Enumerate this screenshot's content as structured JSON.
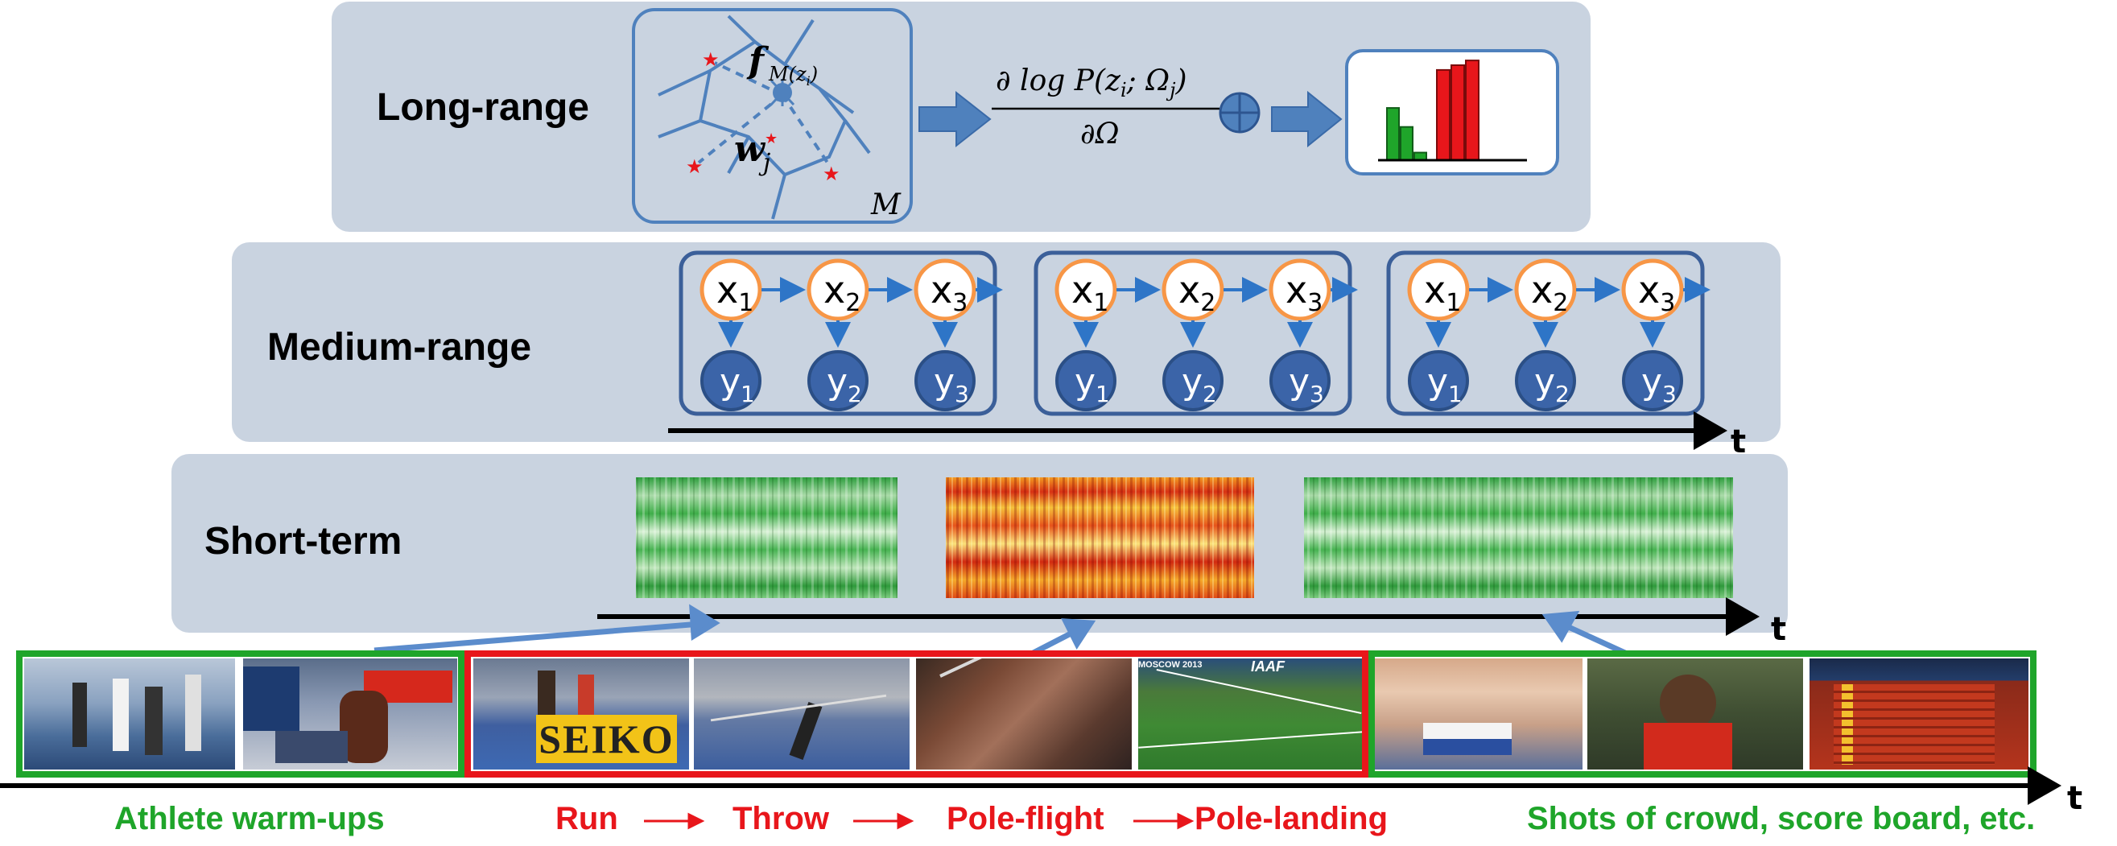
{
  "levels": {
    "long_range": "Long-range",
    "medium_range": "Medium-range",
    "short_term": "Short-term"
  },
  "long_range": {
    "formula_numerator": "∂ log P(z",
    "formula_num_sub": "i",
    "formula_num_mid": "; Ω",
    "formula_num_sub2": "j",
    "formula_num_end": ")",
    "formula_denominator": "∂Ω",
    "fm_label": "f",
    "fm_sub": "M(z",
    "fm_sub_i": "i",
    "fm_sub_end": ")",
    "w_label": "w",
    "w_sub": "j",
    "manifold_label": "M",
    "oplus": "⊕",
    "histogram": {
      "green_bars": [
        0.55,
        0.35,
        0.08
      ],
      "red_bars": [
        0.95,
        1.0,
        1.05
      ]
    }
  },
  "medium_range": {
    "blocks": [
      {
        "x": [
          "x",
          "x",
          "x"
        ],
        "y": [
          "y",
          "y",
          "y"
        ],
        "subs": [
          "1",
          "2",
          "3"
        ]
      },
      {
        "x": [
          "x",
          "x",
          "x"
        ],
        "y": [
          "y",
          "y",
          "y"
        ],
        "subs": [
          "1",
          "2",
          "3"
        ]
      },
      {
        "x": [
          "x",
          "x",
          "x"
        ],
        "y": [
          "y",
          "y",
          "y"
        ],
        "subs": [
          "1",
          "2",
          "3"
        ]
      }
    ]
  },
  "axes": {
    "t_label": "t"
  },
  "captions": {
    "warmups": "Athlete warm-ups",
    "run": "Run",
    "throw": "Throw",
    "pole_flight": "Pole-flight",
    "pole_landing": "Pole-landing",
    "crowd": "Shots of crowd, score board, etc."
  },
  "frame_texts": {
    "seiko": "SEIKO",
    "moscow": "MOSCOW 2013",
    "iaaf": "IAAF"
  },
  "colors": {
    "panel_bg": "#c9d3e0",
    "arrow_blue": "#4f81bd",
    "node_orange": "#f79646",
    "node_blue": "#3b64a8",
    "green": "#1fa52a",
    "red": "#e8161b"
  }
}
